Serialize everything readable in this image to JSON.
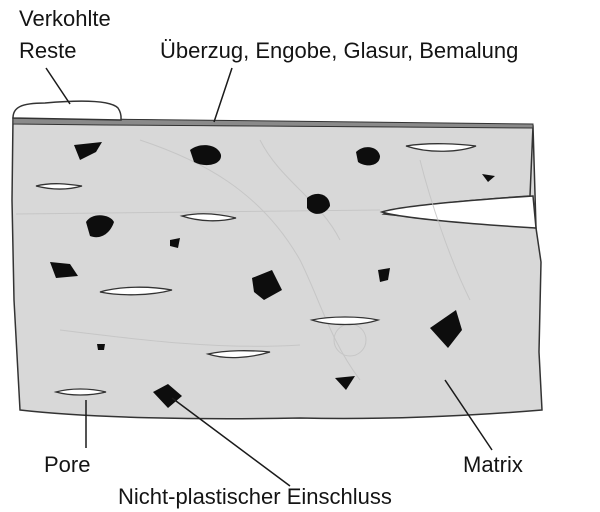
{
  "labels": {
    "charred_remains_line1": "Verkohlte",
    "charred_remains_line2": "Reste",
    "coating": "Überzug, Engobe, Glasur, Bemalung",
    "pore": "Pore",
    "matrix": "Matrix",
    "inclusion": "Nicht-plastischer Einschluss"
  },
  "colors": {
    "matrix_fill": "#d8d8d8",
    "coating_band": "#8a8a8a",
    "inclusions": "#0d0d0d",
    "pores": "#ffffff",
    "outline": "#333333",
    "text": "#141414"
  }
}
